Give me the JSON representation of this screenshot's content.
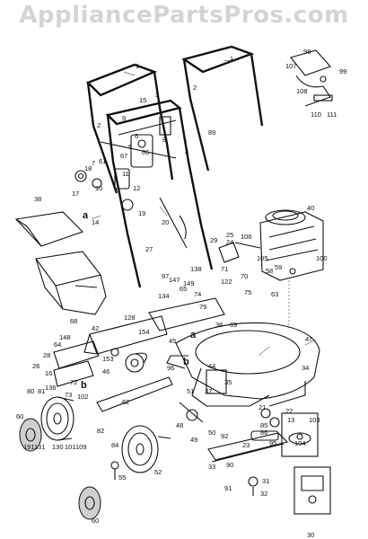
{
  "watermark": "AppliancePartsPros.com",
  "section_letters": [
    "a",
    "a",
    "b",
    "b"
  ],
  "callouts": [
    "1",
    "1",
    "2",
    "2",
    "3",
    "4",
    "5",
    "6",
    "7",
    "8",
    "9",
    "10",
    "11",
    "12",
    "13",
    "14",
    "15",
    "16",
    "17",
    "18",
    "19",
    "20",
    "21",
    "22",
    "23",
    "24",
    "25",
    "26",
    "27",
    "28",
    "29",
    "30",
    "31",
    "32",
    "33",
    "34",
    "35",
    "36",
    "37",
    "38",
    "40",
    "42",
    "44",
    "45",
    "46",
    "47",
    "48",
    "49",
    "50",
    "51",
    "52",
    "55",
    "58",
    "59",
    "60",
    "60",
    "61",
    "62",
    "63",
    "64",
    "65",
    "66",
    "67",
    "68",
    "69",
    "70",
    "71",
    "72",
    "73",
    "74",
    "75",
    "79",
    "80",
    "81",
    "82",
    "84",
    "85",
    "86",
    "89",
    "90",
    "91",
    "92",
    "95",
    "96",
    "97",
    "98",
    "99",
    "100",
    "101",
    "102",
    "103",
    "104",
    "105",
    "106",
    "107",
    "108",
    "109",
    "110",
    "111",
    "122",
    "128",
    "130",
    "131",
    "134",
    "136",
    "138",
    "147",
    "148",
    "149",
    "153",
    "154",
    "191"
  ]
}
